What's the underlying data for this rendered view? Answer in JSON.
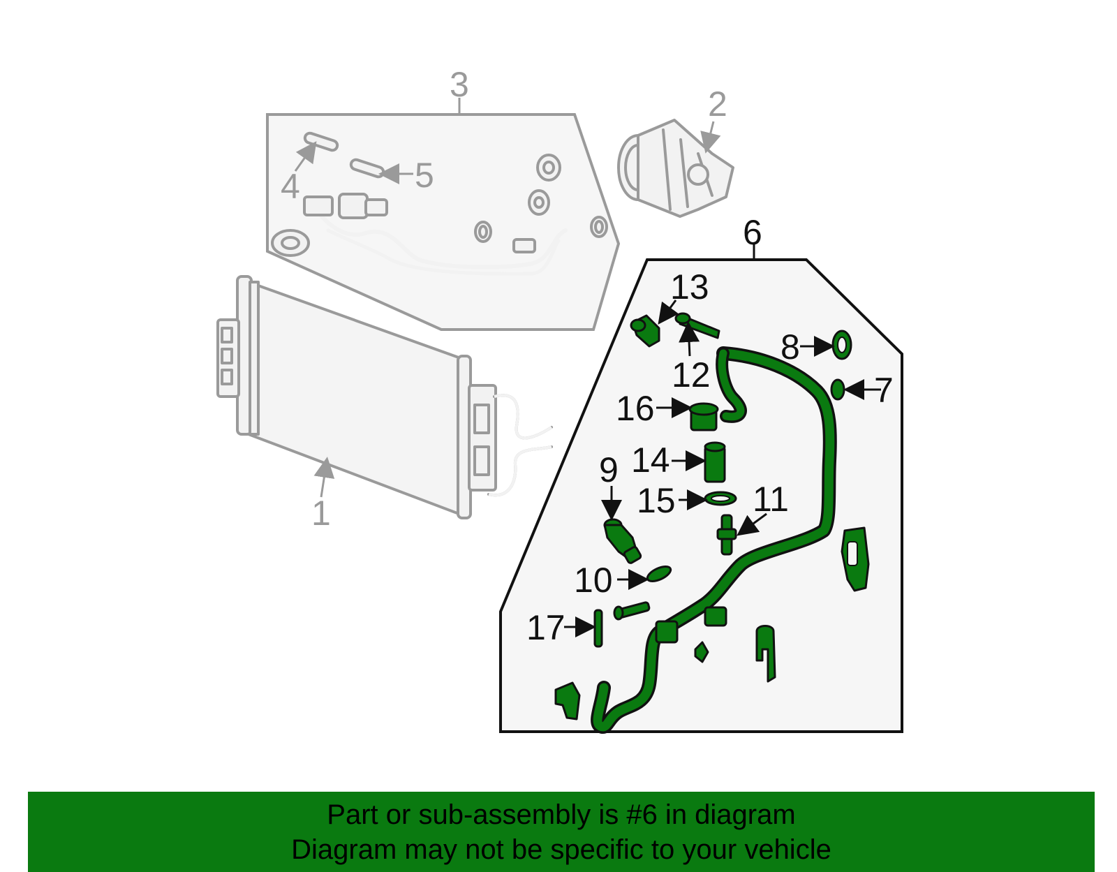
{
  "diagram": {
    "callouts": {
      "c1": "1",
      "c2": "2",
      "c3": "3",
      "c4": "4",
      "c5": "5",
      "c6": "6",
      "c7": "7",
      "c8": "8",
      "c9": "9",
      "c10": "10",
      "c11": "11",
      "c12": "12",
      "c13": "13",
      "c14": "14",
      "c15": "15",
      "c16": "16",
      "c17": "17"
    },
    "highlight_part": "6",
    "colors": {
      "highlight": "#0a7a10",
      "muted": "#9a9a9a",
      "panel": "#f6f6f6"
    }
  },
  "banner": {
    "line1": "Part or sub-assembly is #6 in diagram",
    "line2": "Diagram may not be specific to your vehicle"
  }
}
